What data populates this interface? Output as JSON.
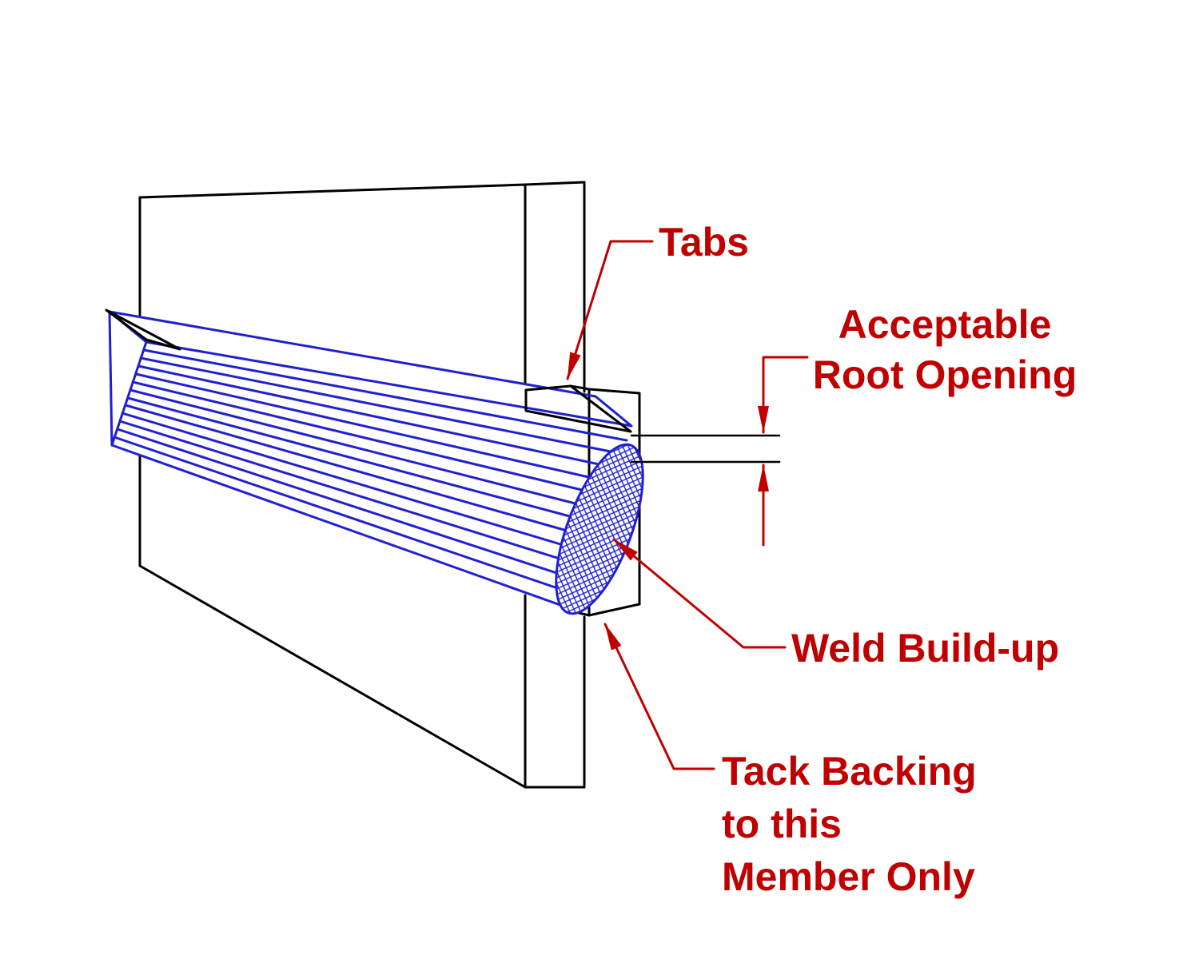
{
  "colors": {
    "background": "#ffffff",
    "line": "#000000",
    "weld": "#2020d0",
    "annotation": "#c00000"
  },
  "annotations": {
    "tabs": {
      "label": "Tabs"
    },
    "root_opening": {
      "line1": "Acceptable",
      "line2": "Root Opening"
    },
    "weld_buildup": {
      "label": "Weld Build-up"
    },
    "tack_backing": {
      "line1": "Tack Backing",
      "line2": "to this",
      "line3": "Member Only"
    }
  }
}
